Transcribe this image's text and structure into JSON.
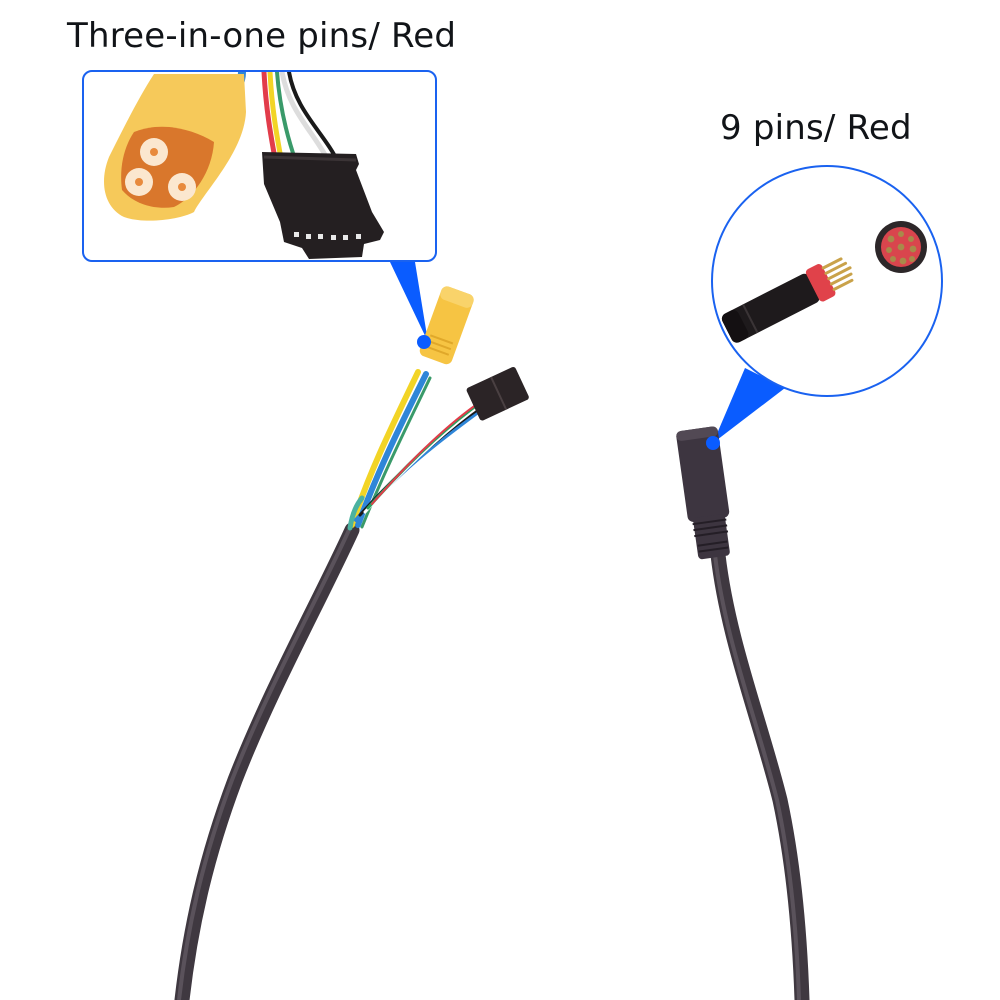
{
  "callouts": {
    "left": {
      "label": "Three-in-one pins/ Red",
      "shape": "rounded-rectangle",
      "contents": [
        "yellow 3-pin bullet connector",
        "black 6-pin plug"
      ]
    },
    "right": {
      "label": "9 pins/ Red",
      "shape": "circle",
      "contents": [
        "black 9-pin male connector with red collar",
        "9-pin female face"
      ]
    }
  },
  "colors": {
    "callout_blue": "#1a62f0",
    "pointer_blue": "#0a5cff",
    "cable": "#3f3840",
    "yellow_connector": "#f6c443",
    "black_plug": "#2b2426",
    "red_collar": "#e0424a",
    "gold_pin": "#c9a24a"
  }
}
